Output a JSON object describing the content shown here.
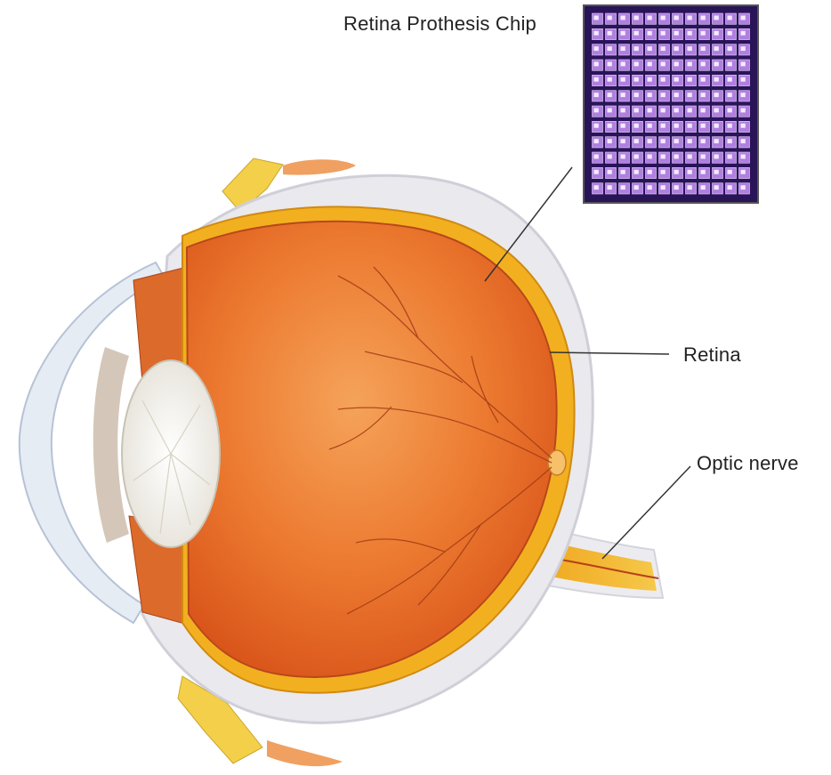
{
  "labels": {
    "chip": "Retina Prothesis Chip",
    "retina": "Retina",
    "optic_nerve": "Optic nerve"
  },
  "chip": {
    "rows": 12,
    "cols": 12
  },
  "colors": {
    "vitreous": "#e86a22",
    "vitreous_light": "#f3a55c",
    "retina_layer": "#f2b020",
    "sclera": "#e9e9ee",
    "lens": "#f6f4ee",
    "chip_bg": "#3a1b6e",
    "chip_cell": "#b17fe0"
  }
}
